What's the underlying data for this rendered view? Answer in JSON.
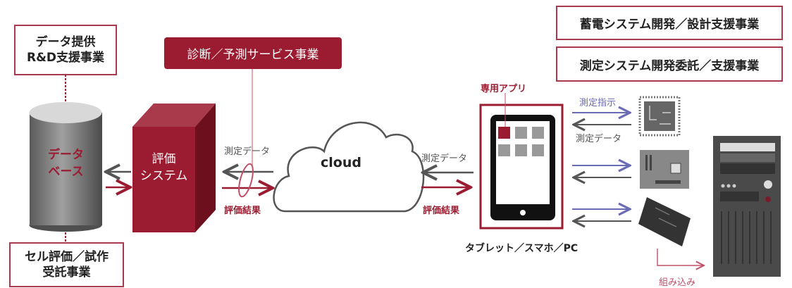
{
  "colors": {
    "accent": "#9b1c31",
    "gray": "#555555",
    "purple": "#6b6bb5"
  },
  "left_top_box": {
    "line1": "データ提供",
    "line2": "R&D支援事業"
  },
  "left_bottom_box": {
    "line1": "セル評価／試作",
    "line2": "受託事業"
  },
  "database": {
    "line1": "データ",
    "line2": "ベース"
  },
  "eval_system": {
    "line1": "評価",
    "line2": "システム"
  },
  "service_box": "診断／予測サービス事業",
  "cloud": "cloud",
  "arrows": {
    "measure_data": "測定データ",
    "eval_result": "評価結果",
    "measure_instruction": "測定指示",
    "embed": "組み込み"
  },
  "tablet": {
    "app_label": "専用アプリ",
    "caption": "タブレット／スマホ／PC"
  },
  "right_boxes": [
    "蓄電システム開発／設計支援事業",
    "測定システム開発委託／支援事業"
  ]
}
